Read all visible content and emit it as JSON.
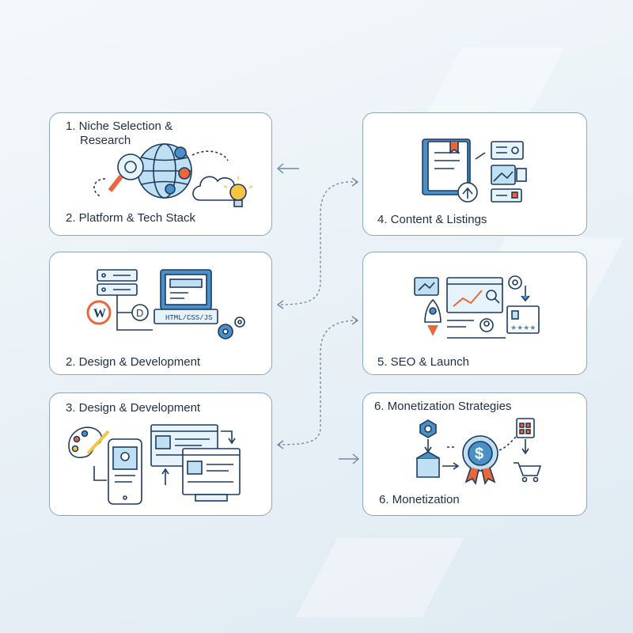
{
  "cards": {
    "card1": {
      "title_line1": "1. Niche Selection &",
      "title_line2": "Research",
      "subtitle": "2. Platform & Tech Stack"
    },
    "card2": {
      "title": "4. Content & Listings"
    },
    "card3": {
      "title": "2. Design & Development",
      "code_label": "HTML/CSS/JS"
    },
    "card4": {
      "title": "5. SEO & Launch"
    },
    "card5": {
      "title": "3. Design & Development"
    },
    "card6": {
      "title": "6. Monetization Strategies",
      "subtitle": "6. Monetization",
      "currency_symbol": "$"
    }
  },
  "colors": {
    "navy": "#1e3a5f",
    "blue": "#4a90c8",
    "light_blue": "#bfe0f2",
    "orange": "#e8673c",
    "yellow": "#f5c542",
    "card_border": "#8ea6be"
  }
}
